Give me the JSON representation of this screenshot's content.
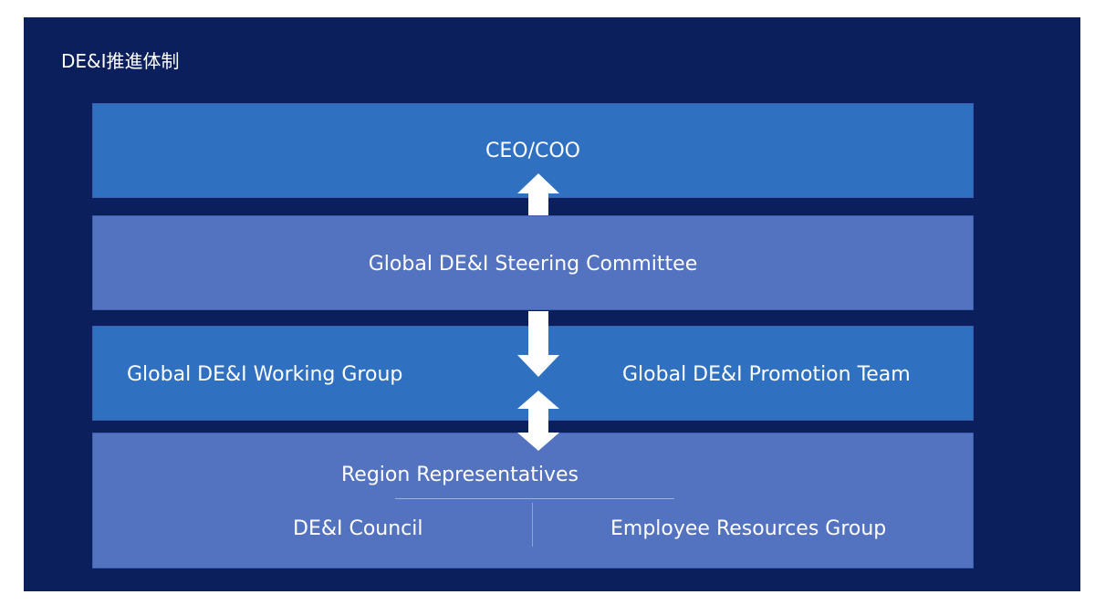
{
  "title": "DE&I推進体制",
  "colors": {
    "background_frame": "#0b1f5c",
    "box_primary": "#2f70c1",
    "box_secondary": "#5372bf",
    "text": "#ffffff",
    "arrow": "#ffffff"
  },
  "levels": {
    "ceo": "CEO/COO",
    "steering": "Global DE&I Steering Committee",
    "working_group": "Global DE&I Working Group",
    "promotion_team": "Global DE&I Promotion Team",
    "region": "Region Representatives",
    "council": "DE&I Council",
    "erg": "Employee Resources Group"
  },
  "arrows": {
    "steering_to_ceo": "up",
    "steering_to_working": "down",
    "working_region": "bidirectional"
  }
}
